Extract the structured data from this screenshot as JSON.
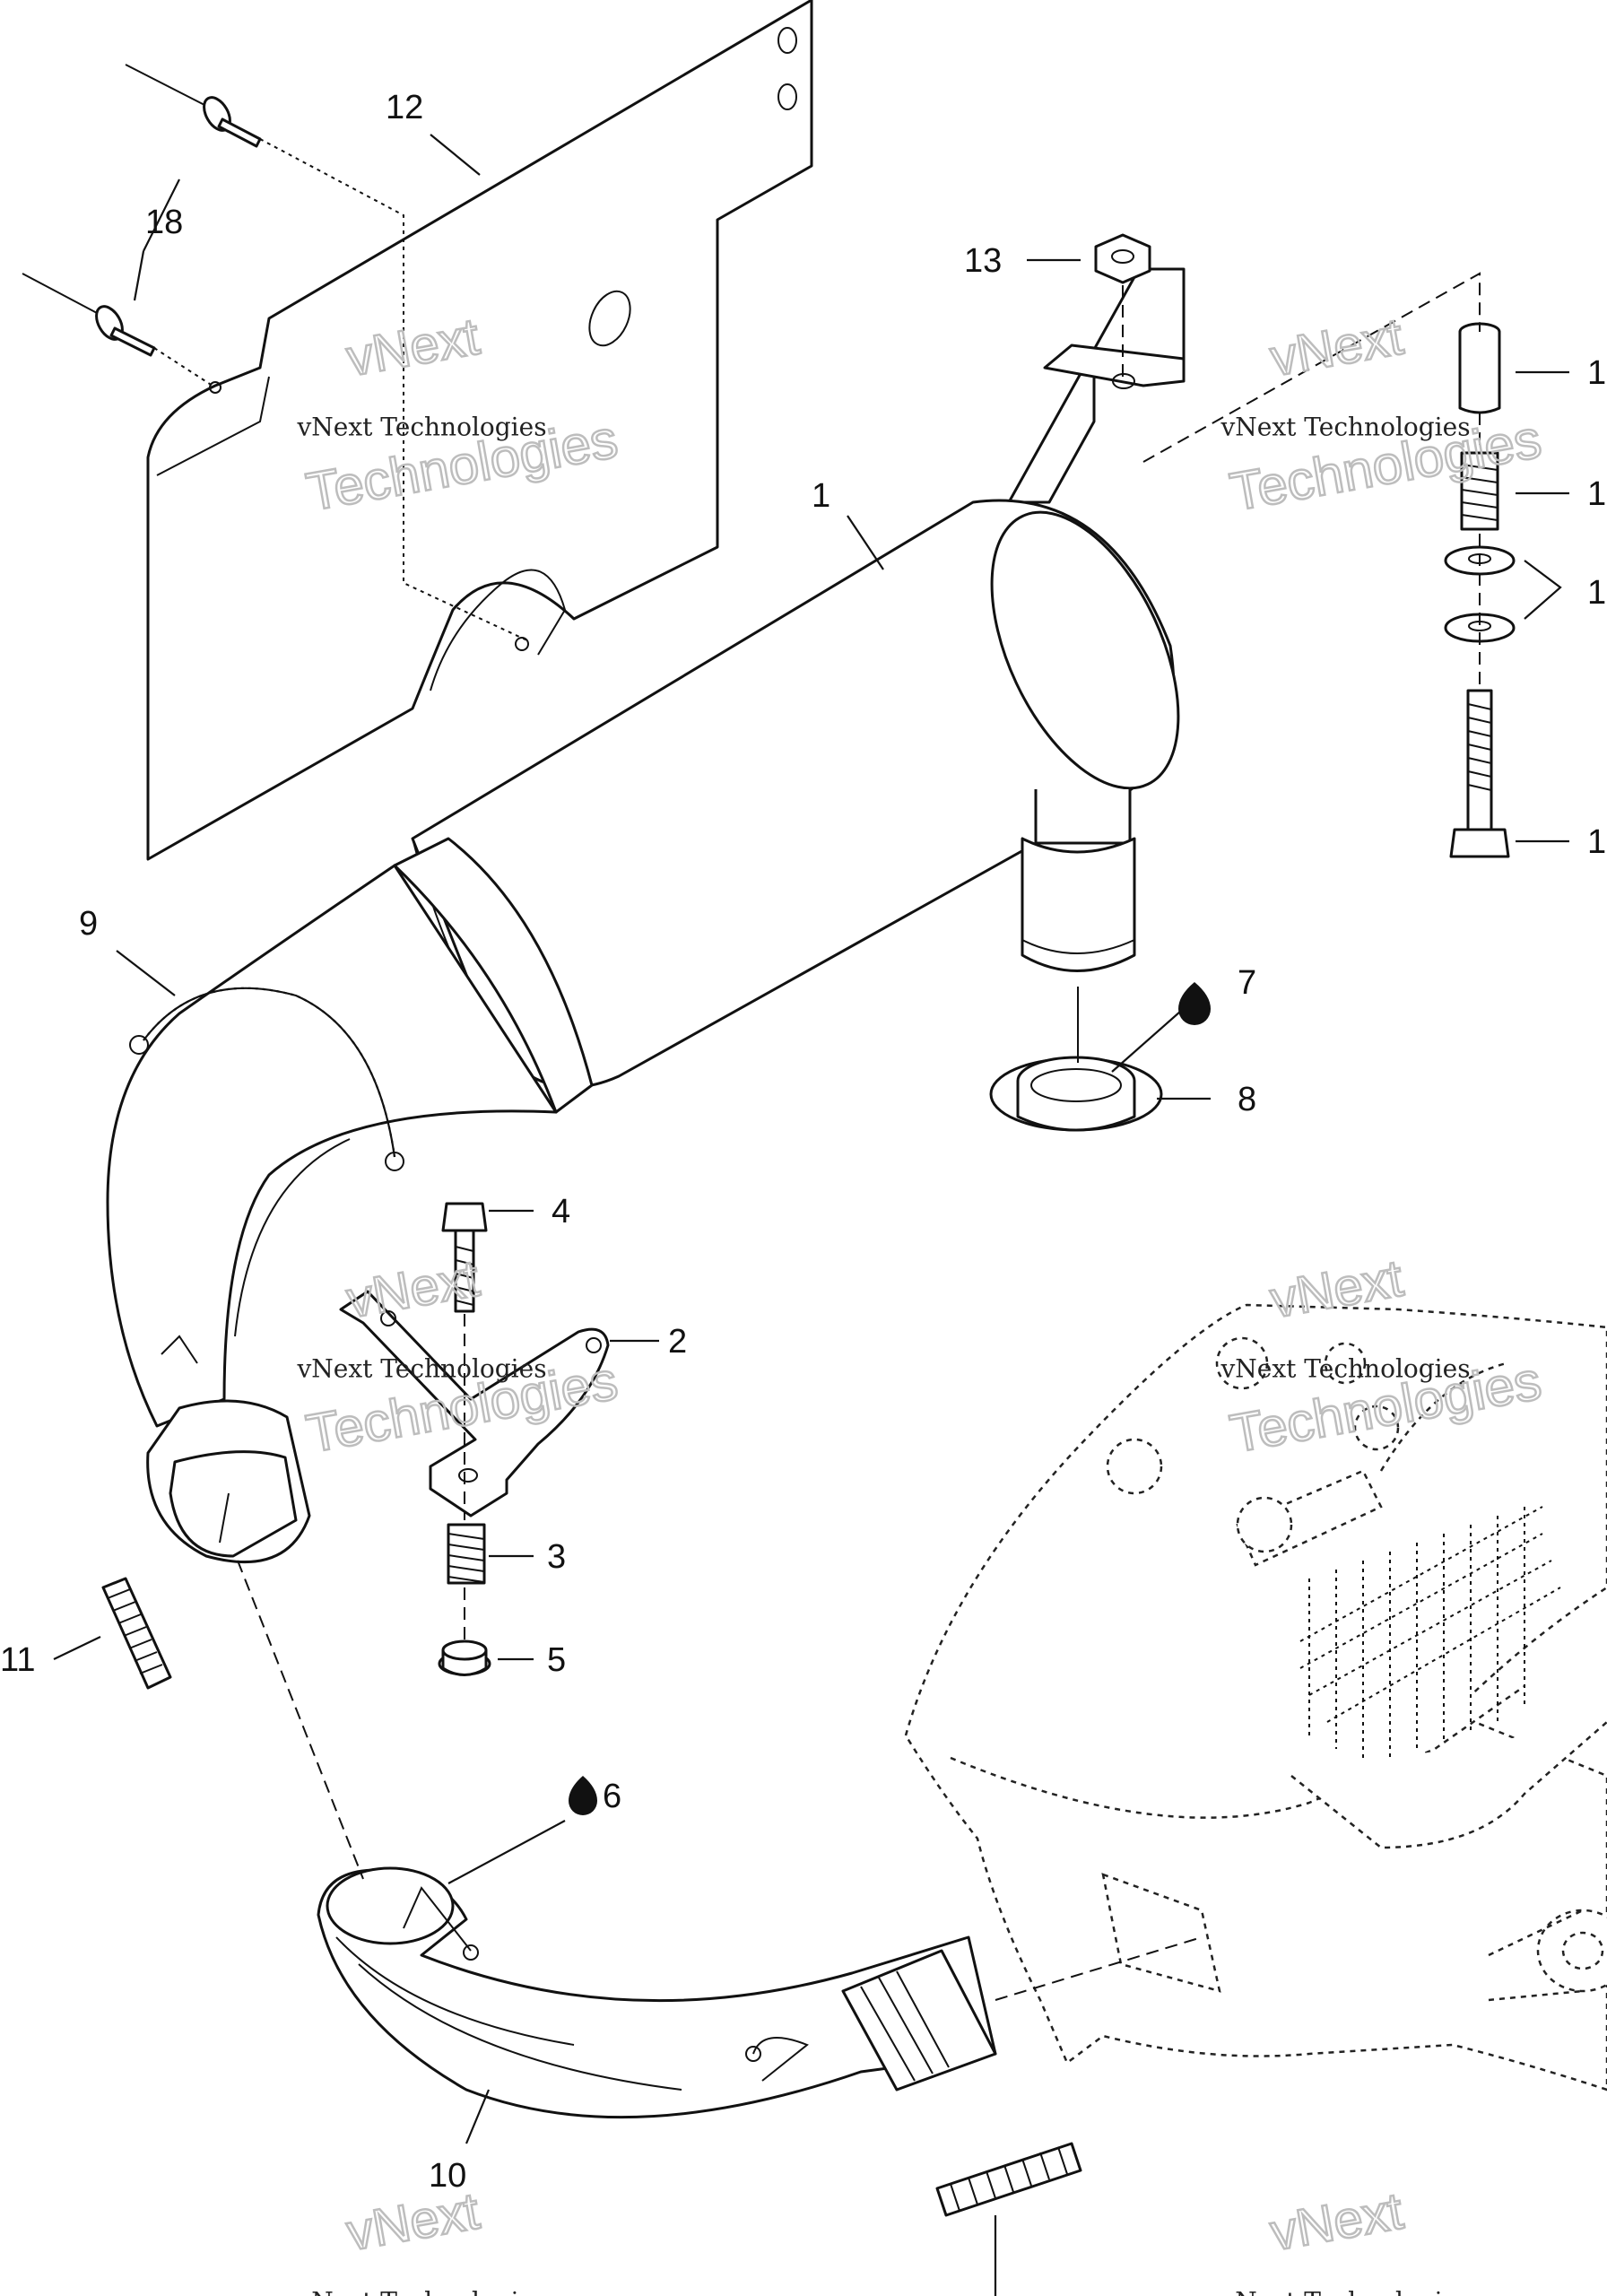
{
  "diagram": {
    "callouts": [
      {
        "id": "c1",
        "label": "1"
      },
      {
        "id": "c2",
        "label": "2"
      },
      {
        "id": "c3",
        "label": "3"
      },
      {
        "id": "c4",
        "label": "4"
      },
      {
        "id": "c5",
        "label": "5"
      },
      {
        "id": "c6",
        "label": "6"
      },
      {
        "id": "c7",
        "label": "7"
      },
      {
        "id": "c8",
        "label": "8"
      },
      {
        "id": "c9",
        "label": "9"
      },
      {
        "id": "c10",
        "label": "10"
      },
      {
        "id": "c11",
        "label": "11"
      },
      {
        "id": "c12",
        "label": "12"
      },
      {
        "id": "c13",
        "label": "13"
      },
      {
        "id": "c18",
        "label": "18"
      },
      {
        "id": "r1",
        "label": "1"
      },
      {
        "id": "r2",
        "label": "1"
      },
      {
        "id": "r3",
        "label": "1"
      },
      {
        "id": "r4",
        "label": "1"
      }
    ],
    "watermark": {
      "line1": "vNext",
      "line2": "vNext Technologies",
      "line3": "Technologies"
    }
  }
}
